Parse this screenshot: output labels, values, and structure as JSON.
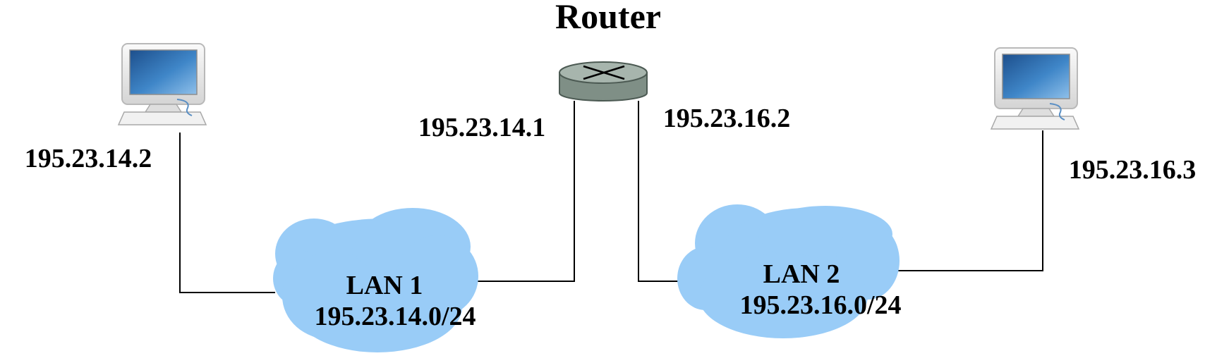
{
  "router": {
    "title": "Router",
    "ip_left": "195.23.14.1",
    "ip_right": "195.23.16.2"
  },
  "pc_left": {
    "ip": "195.23.14.2"
  },
  "pc_right": {
    "ip": "195.23.16.3"
  },
  "lan1": {
    "name": "LAN 1",
    "subnet": "195.23.14.0/24"
  },
  "lan2": {
    "name": "LAN 2",
    "subnet": "195.23.16.0/24"
  },
  "icons": {
    "router": "router-icon",
    "computer": "computer-icon",
    "cloud": "cloud-icon"
  },
  "colors": {
    "cloud": "#99ccf7",
    "router_body": "#8a9a91",
    "screen": "#2f6db0",
    "line": "#000000"
  }
}
